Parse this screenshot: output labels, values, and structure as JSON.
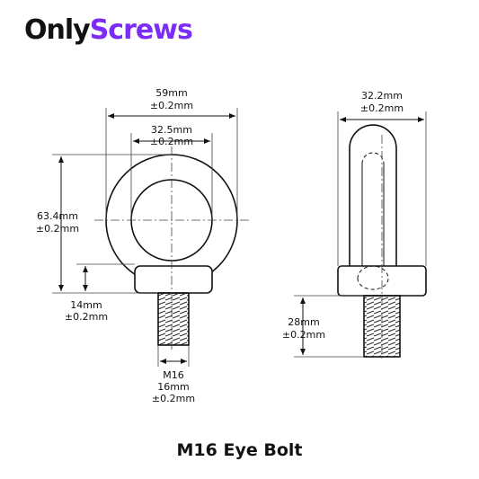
{
  "brand": {
    "part1": "Only",
    "part2": "Screws",
    "accent": "#7b2cf6"
  },
  "dimensions": {
    "width_outer": {
      "value": "59mm",
      "tol": "±0.2mm"
    },
    "width_inner": {
      "value": "32.5mm",
      "tol": "±0.2mm"
    },
    "height": {
      "value": "63.4mm",
      "tol": "±0.2mm"
    },
    "collar": {
      "value": "14mm",
      "tol": "±0.2mm"
    },
    "thread": {
      "size": "M16",
      "value": "16mm",
      "tol": "±0.2mm"
    },
    "side_width": {
      "value": "32.2mm",
      "tol": "±0.2mm"
    },
    "shank": {
      "value": "28mm",
      "tol": "±0.2mm"
    }
  },
  "caption": "M16 Eye Bolt"
}
